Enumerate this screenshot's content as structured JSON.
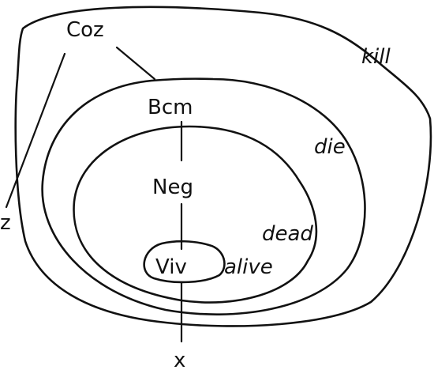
{
  "labels": {
    "coz": "Coz",
    "bcm": "Bcm",
    "neg": "Neg",
    "viv": "Viv",
    "kill": "kill",
    "die": "die",
    "dead": "dead",
    "alive": "alive",
    "z": "z",
    "x": "x"
  }
}
